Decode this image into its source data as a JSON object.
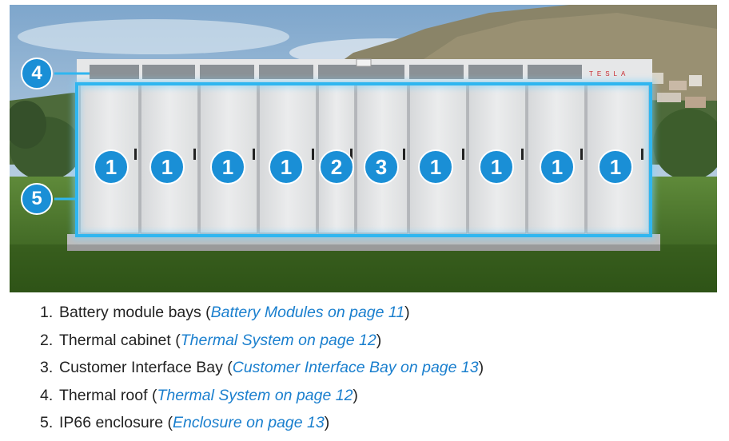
{
  "figure": {
    "brand_text": "TESLA",
    "callouts": [
      {
        "label": "1"
      },
      {
        "label": "1"
      },
      {
        "label": "1"
      },
      {
        "label": "1"
      },
      {
        "label": "2"
      },
      {
        "label": "3"
      },
      {
        "label": "1"
      },
      {
        "label": "1"
      },
      {
        "label": "1"
      },
      {
        "label": "1"
      },
      {
        "label": "4"
      },
      {
        "label": "5"
      }
    ]
  },
  "legend": {
    "items": [
      {
        "number": "1.",
        "text": "Battery module bays (",
        "link": "Battery Modules on page 11",
        "close": ")"
      },
      {
        "number": "2.",
        "text": "Thermal cabinet (",
        "link": "Thermal System on page 12",
        "close": ")"
      },
      {
        "number": "3.",
        "text": "Customer Interface Bay (",
        "link": "Customer Interface Bay on page 13",
        "close": ")"
      },
      {
        "number": "4.",
        "text": "Thermal roof (",
        "link": "Thermal System on page 12",
        "close": ")"
      },
      {
        "number": "5.",
        "text": "IP66 enclosure (",
        "link": "Enclosure on page 13",
        "close": ")"
      }
    ]
  },
  "colors": {
    "callout_fill": "#1a8fd6",
    "highlight": "#2fb6f0",
    "link": "#1a7fce"
  }
}
